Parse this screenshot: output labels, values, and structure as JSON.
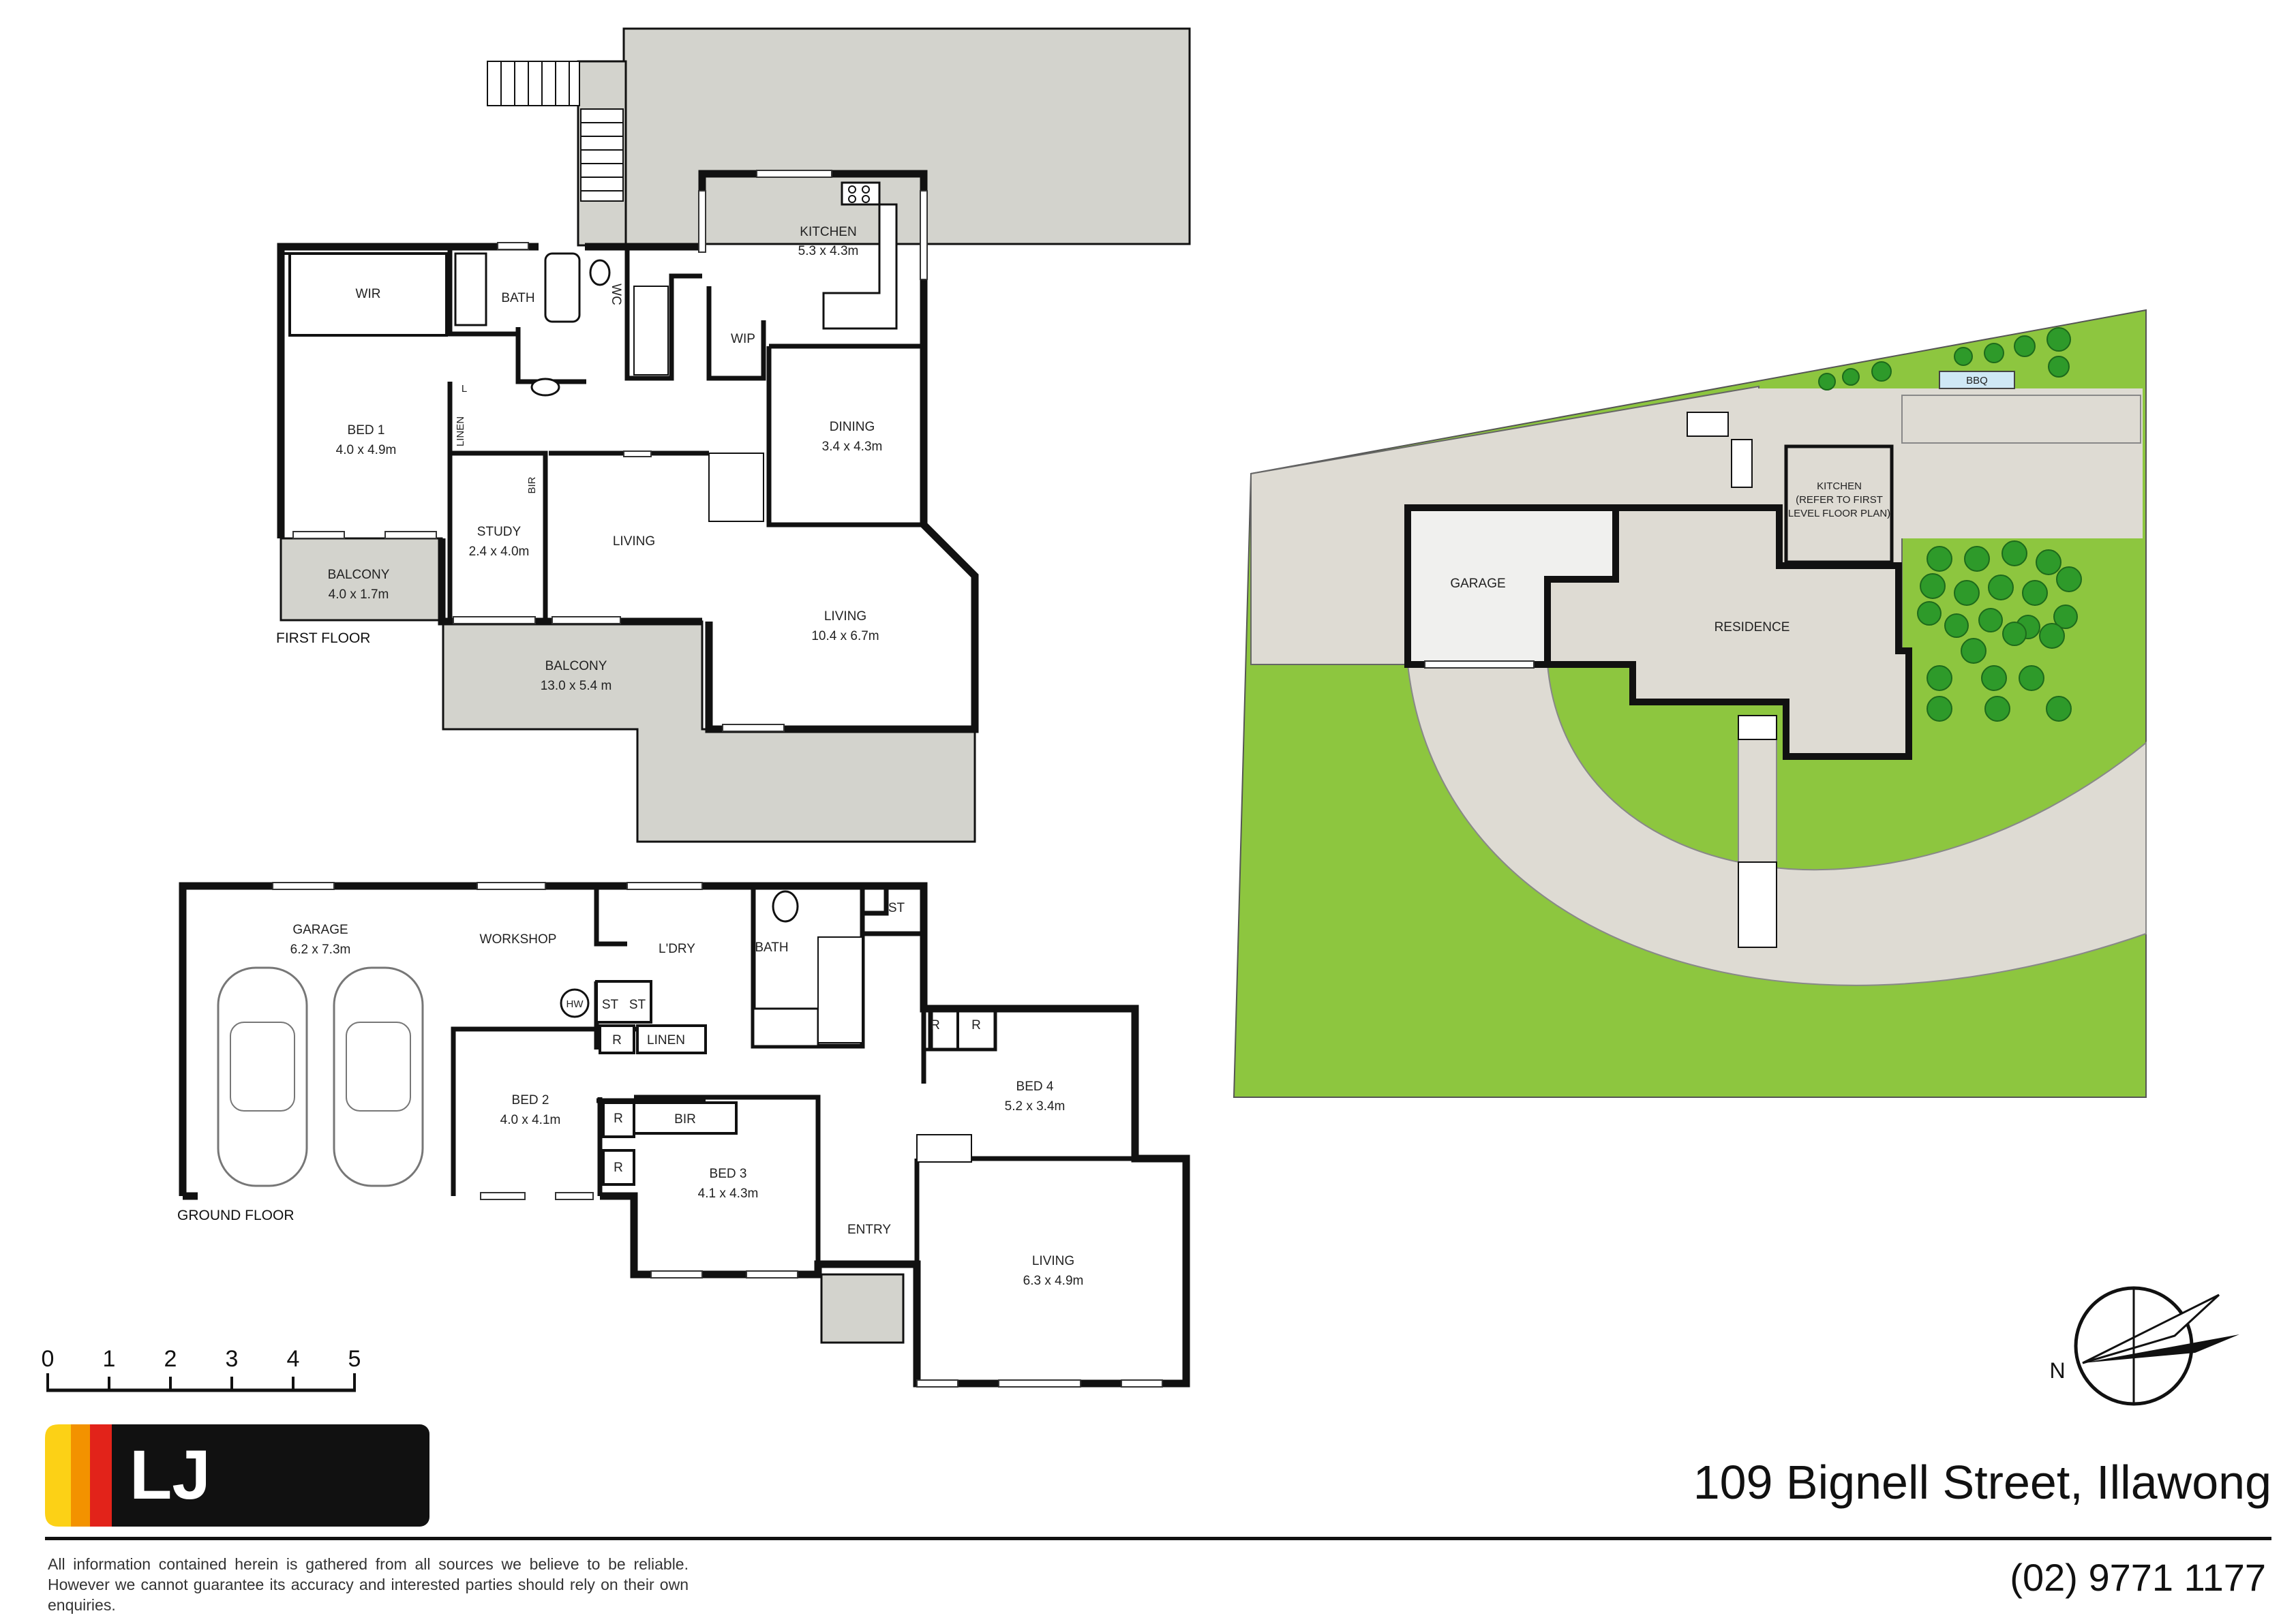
{
  "floor_titles": {
    "first_floor": "FIRST FLOOR",
    "ground_floor": "GROUND FLOOR"
  },
  "first_floor_rooms": {
    "wir": "WIR",
    "bath": "BATH",
    "wc": "WC",
    "kitchen": "KITCHEN",
    "kitchen_size": "5.3 x 4.3m",
    "wip": "WIP",
    "bed1": "BED 1",
    "bed1_size": "4.0 x 4.9m",
    "l": "L",
    "linen": "LINEN",
    "dining": "DINING",
    "dining_size": "3.4 x 4.3m",
    "bir": "BIR",
    "study": "STUDY",
    "study_size": "2.4 x 4.0m",
    "living": "LIVING",
    "living_large": "LIVING",
    "living_large_size": "10.4 x 6.7m",
    "balcony_small": "BALCONY",
    "balcony_small_size": "4.0 x 1.7m",
    "balcony_large": "BALCONY",
    "balcony_large_size": "13.0 x 5.4 m"
  },
  "ground_floor_rooms": {
    "garage": "GARAGE",
    "garage_size": "6.2 x 7.3m",
    "workshop": "WORKSHOP",
    "ldry": "L'DRY",
    "bath": "BATH",
    "st_top": "ST",
    "hw": "HW",
    "st1": "ST",
    "st2": "ST",
    "r1": "R",
    "linen": "LINEN",
    "r_top1": "R",
    "r_top2": "R",
    "bed4": "BED 4",
    "bed4_size": "5.2 x 3.4m",
    "bed2": "BED 2",
    "bed2_size": "4.0 x 4.1m",
    "r2": "R",
    "bir": "BIR",
    "r3": "R",
    "bed3": "BED 3",
    "bed3_size": "4.1 x 4.3m",
    "entry": "ENTRY",
    "living": "LIVING",
    "living_size": "6.3 x 4.9m"
  },
  "site_plan": {
    "bbq": "BBQ",
    "kitchen_line1": "KITCHEN",
    "kitchen_line2": "(REFER TO FIRST",
    "kitchen_line3": "LEVEL FLOOR PLAN)",
    "garage": "GARAGE",
    "residence": "RESIDENCE",
    "north": "N"
  },
  "scale_bar": {
    "ticks": [
      "0",
      "1",
      "2",
      "3",
      "4",
      "5"
    ]
  },
  "footer": {
    "brand": "LJ Hooker",
    "address": "109 Bignell Street, Illawong",
    "phone": "(02) 9771 1177",
    "disclaimer": "All information contained herein is gathered from all sources we believe to be reliable. However we cannot guarantee its accuracy and interested parties should rely on their own enquiries."
  },
  "colors": {
    "lawn": "#8dc63f",
    "paving": "#dedbd3",
    "deck": "#d3d3cd",
    "tree": "#2e9a2a",
    "logo_yellow": "#fcd116",
    "logo_orange": "#f39200",
    "logo_red": "#e2231a",
    "logo_black": "#111111"
  },
  "icons": [
    "compass-north-icon",
    "car-icon",
    "stair-icon",
    "toilet-icon",
    "basin-icon",
    "cooktop-icon",
    "tree-icon"
  ]
}
